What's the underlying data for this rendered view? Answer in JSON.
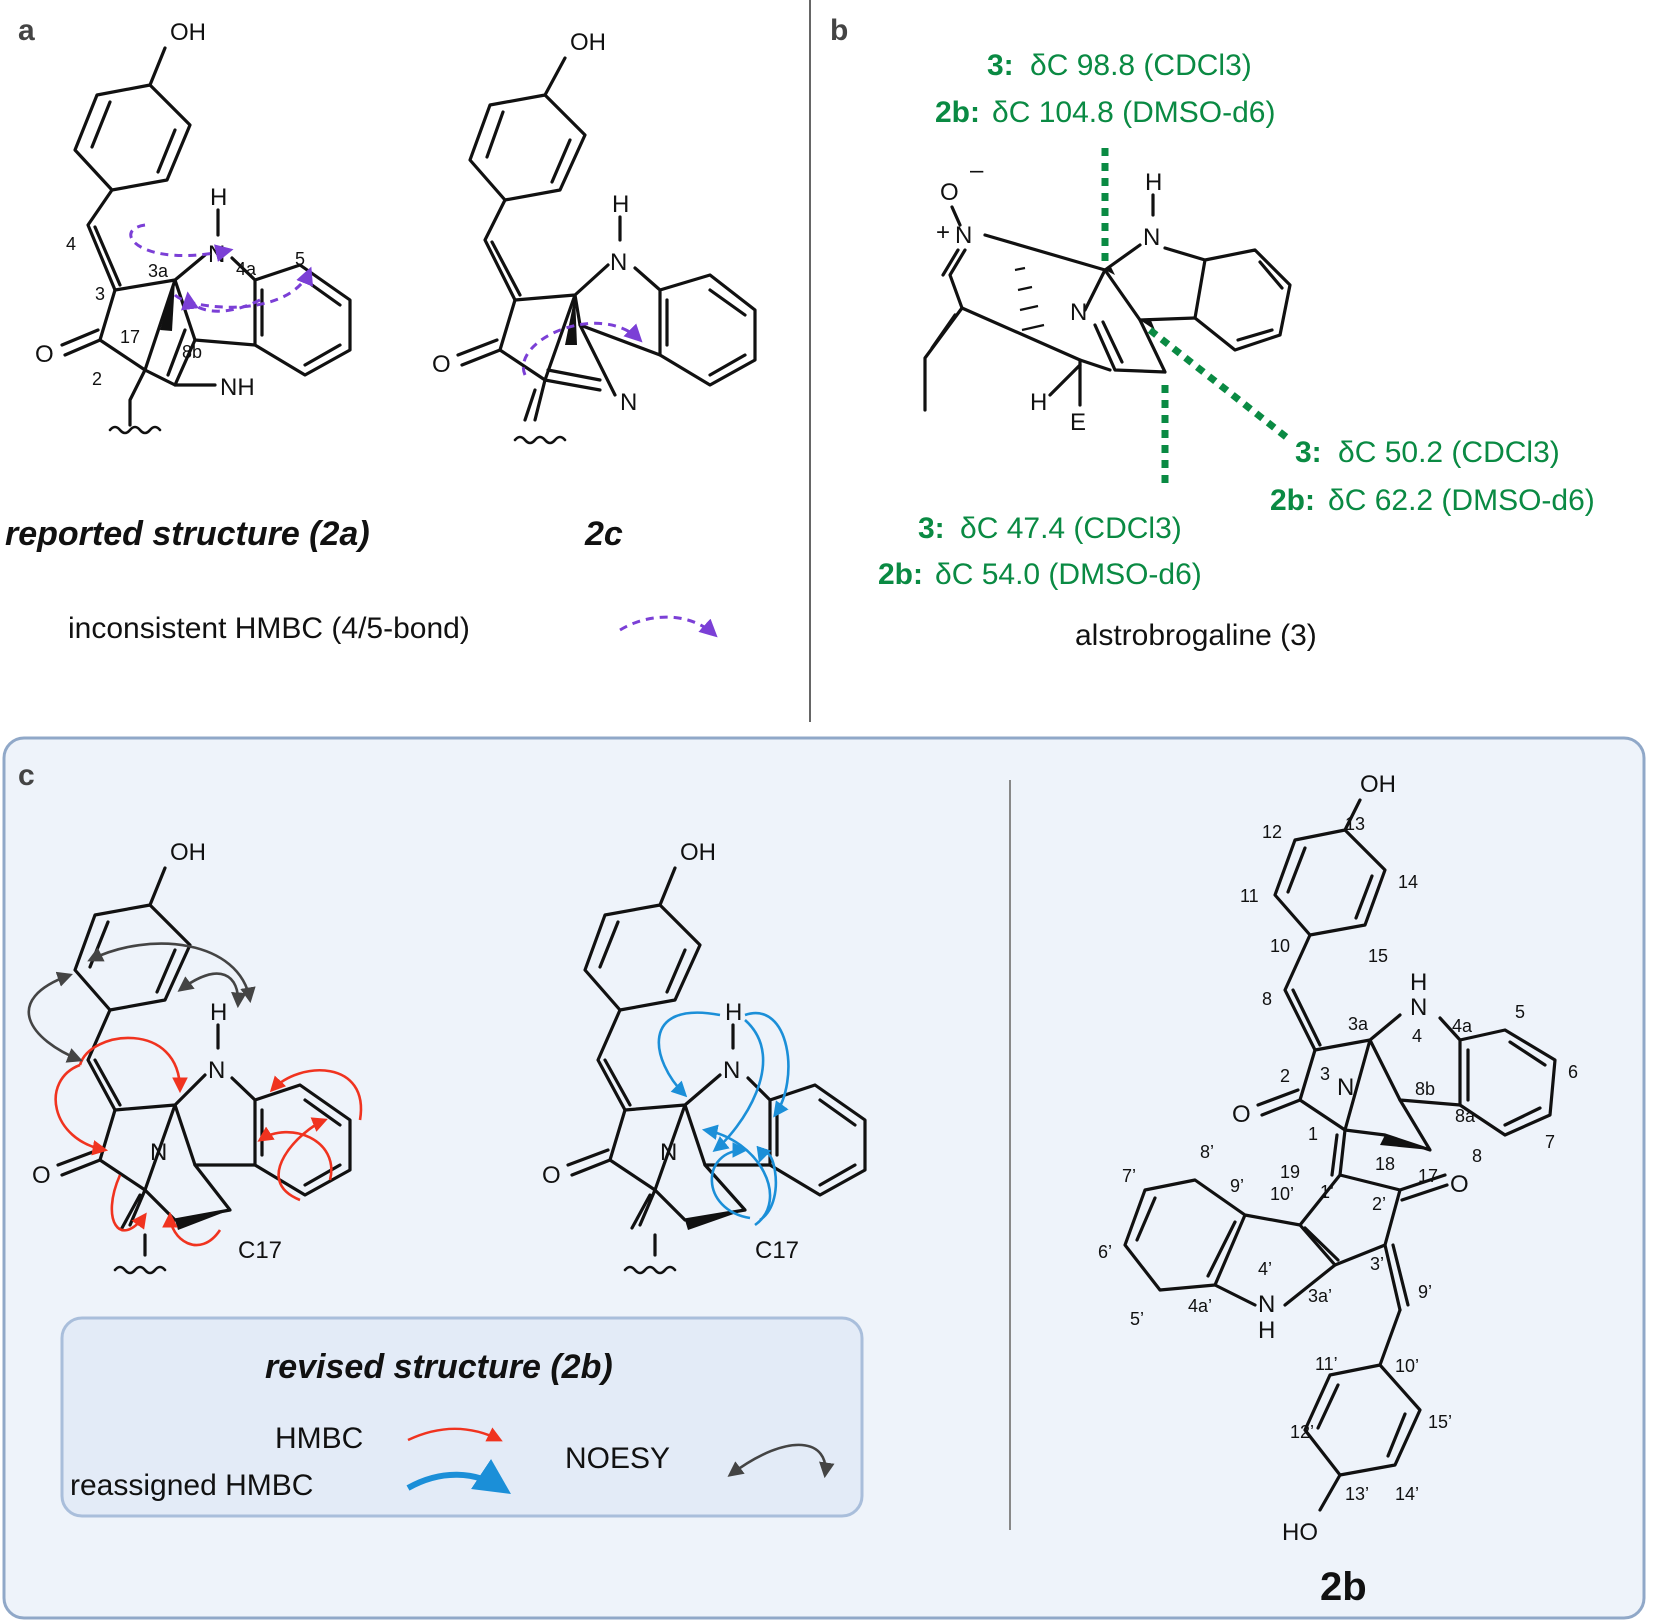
{
  "panels": {
    "a": "a",
    "b": "b",
    "c": "c"
  },
  "panel_a": {
    "title_2a": "reported structure (2a)",
    "title_2c": "2c",
    "legend": "inconsistent HMBC (4/5-bond)",
    "atoms": {
      "oh": "OH",
      "h": "H",
      "n": "N",
      "o": "O",
      "nh": "NH",
      "n_imine": "N"
    },
    "numbers": {
      "n4": "4",
      "n3": "3",
      "n3a": "3a",
      "n4a": "4a",
      "n5": "5",
      "n17": "17",
      "n2": "2",
      "n8b": "8b"
    }
  },
  "panel_b": {
    "label_top_1_prefix": "3:",
    "label_top_1": " δC 98.8 (CDCl3)",
    "label_top_2_prefix": "2b:",
    "label_top_2": " δC 104.8 (DMSO-d6)",
    "label_right_1_prefix": "3:",
    "label_right_1": " δC 50.2 (CDCl3)",
    "label_right_2_prefix": "2b:",
    "label_right_2": " δC 62.2 (DMSO-d6)",
    "label_bottom_1_prefix": "3:",
    "label_bottom_1": " δC 47.4 (CDCl3)",
    "label_bottom_2_prefix": "2b:",
    "label_bottom_2": " δC 54.0 (DMSO-d6)",
    "caption": "alstrobrogaline (3)",
    "atoms": {
      "o_minus": "O",
      "minus": "–",
      "plus": "+",
      "n_plus": "N",
      "h": "H",
      "n": "N",
      "n2": "N",
      "h2": "H",
      "e": "E"
    }
  },
  "panel_c": {
    "legend_title": "revised structure (2b)",
    "legend_hmbc": "HMBC",
    "legend_reassigned": "reassigned HMBC",
    "legend_noesy": "NOESY",
    "c17": "C17",
    "compound": "2b",
    "atoms": {
      "oh": "OH",
      "h": "H",
      "n": "N",
      "o": "O",
      "ho": "HO"
    },
    "numbers": {
      "n12": "12",
      "n13": "13",
      "n11": "11",
      "n14": "14",
      "n10": "10",
      "n15": "15",
      "n8": "8",
      "n3a": "3a",
      "n4": "4",
      "n4a": "4a",
      "n5": "5",
      "n6": "6",
      "n2": "2",
      "n3": "3",
      "n8b": "8b",
      "n8a": "8a",
      "n1": "1",
      "n7": "7",
      "n19": "19",
      "n18": "18",
      "n17": "17",
      "n8_2": "8",
      "n7p": "7’",
      "n8p": "8’",
      "n9p": "9’",
      "n10p": "10’",
      "n1p": "1’",
      "n2p": "2’",
      "n6p": "6’",
      "n4p": "4’",
      "n3p": "3’",
      "n5p": "5’",
      "n4ap": "4a’",
      "n3ap": "3a’",
      "n9pp": "9’",
      "n11p": "11’",
      "n10pp": "10’",
      "n12p": "12’",
      "n15p": "15’",
      "n14p": "14’",
      "n13p": "13’"
    }
  },
  "colors": {
    "green": "#0a8a43",
    "purple": "#7b3fd6",
    "red": "#f0331f",
    "blue": "#1b8fd8",
    "panel_bg": "#eef3fa",
    "panel_border": "#90a8c8"
  }
}
